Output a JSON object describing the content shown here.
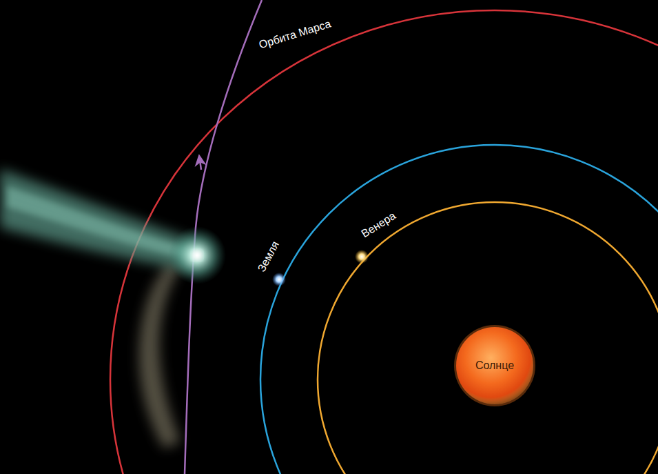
{
  "diagram": {
    "nodes": [
      {
        "text": [
          "Солнце"
        ]
      }
    ],
    "labels": [
      "Орбита Марса",
      "Земля",
      "Венера"
    ]
  }
}
